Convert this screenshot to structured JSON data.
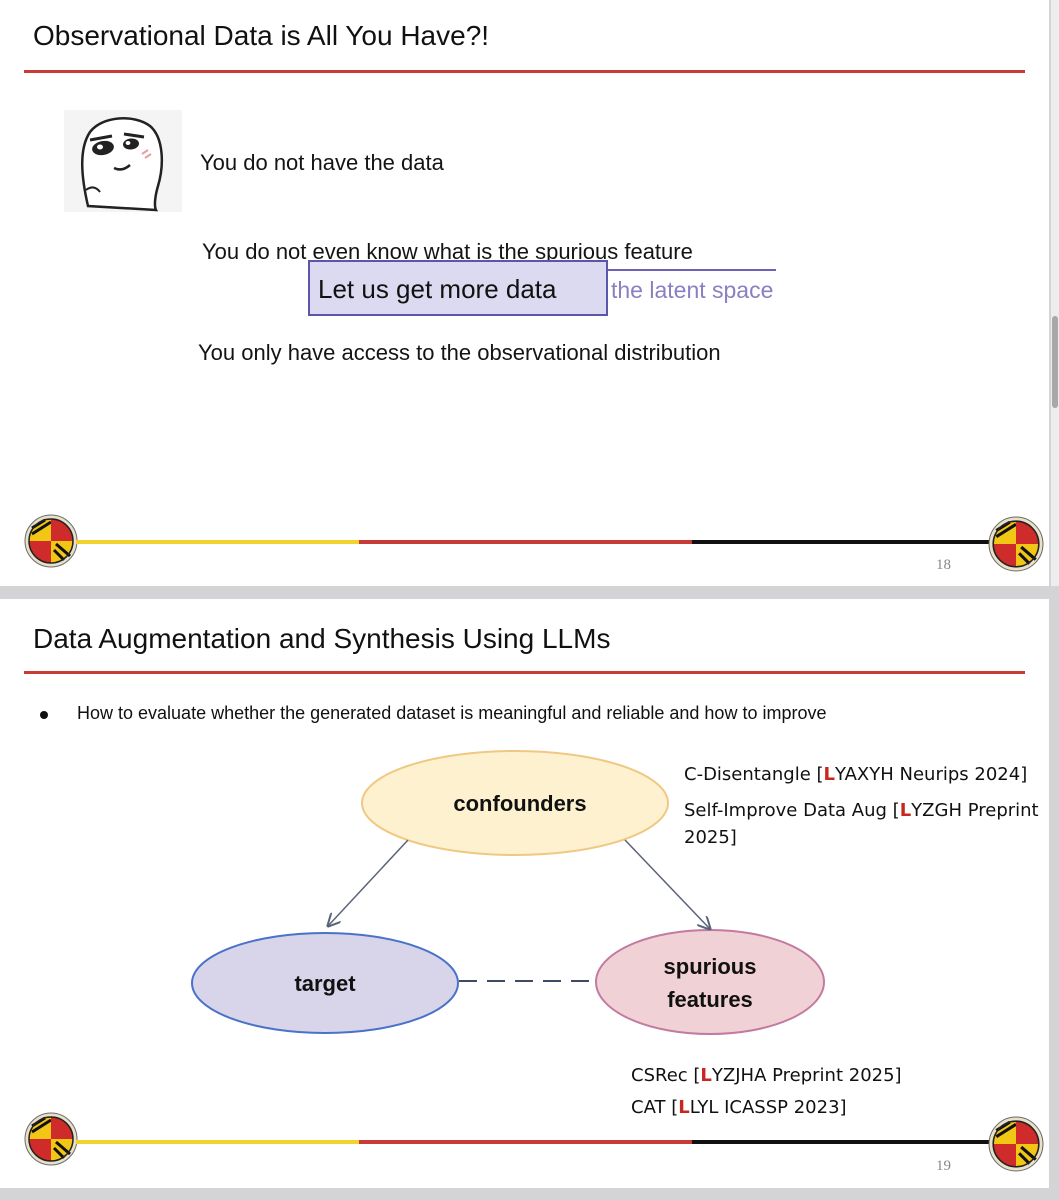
{
  "slides": [
    {
      "title": "Observational Data is All You Have?!",
      "lines": [
        "You do not have the data",
        "You do not even know what is the spurious feature",
        "You only have access to the observational distribution"
      ],
      "overlay_partial_text": "the latent space",
      "popup_text": "Let us get more data",
      "page_number": "18"
    },
    {
      "title": "Data Augmentation and Synthesis Using LLMs",
      "bullet": "How to evaluate whether the generated dataset is meaningful and reliable and how to improve",
      "diagram": {
        "nodes": {
          "confounders": "confounders",
          "target": "target",
          "spurious_line1": "spurious",
          "spurious_line2": "features"
        }
      },
      "refs_top": [
        {
          "prefix": "C-Disentangle [",
          "red": "L",
          "rest": "YAXYH Neurips 2024]"
        },
        {
          "prefix": "Self-Improve Data Aug [",
          "red": "L",
          "rest": "YZGH Preprint"
        },
        {
          "prefix": "2025]",
          "red": "",
          "rest": ""
        }
      ],
      "refs_bottom": [
        {
          "prefix": "CSRec [",
          "red": "L",
          "rest": "YZJHA Preprint 2025]"
        },
        {
          "prefix": "CAT [",
          "red": "L",
          "rest": "LYL ICASSP 2023]"
        }
      ],
      "page_number": "19"
    }
  ],
  "colors": {
    "title_rule": "#c83a35",
    "footer_yellow": "#f2d22e",
    "footer_red": "#c83a35",
    "footer_black": "#111111",
    "confounders_fill": "#fdf1cf",
    "confounders_stroke": "#f0c882",
    "target_fill": "#d8d4ea",
    "target_stroke": "#4a72c8",
    "spurious_fill": "#efd1d6",
    "spurious_stroke": "#c27aa0"
  }
}
